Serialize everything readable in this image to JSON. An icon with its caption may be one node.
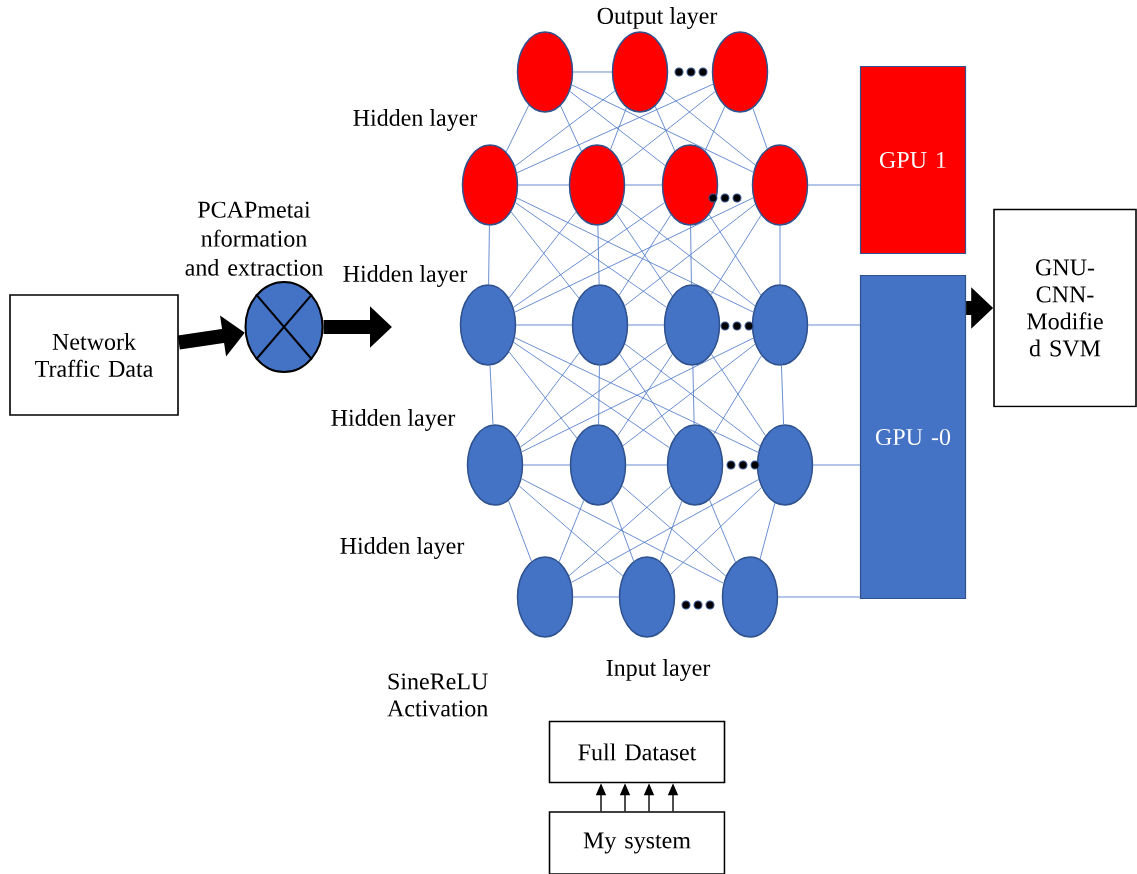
{
  "diagram": {
    "nodes": [
      {
        "text": [
          "Network Traffic Data"
        ]
      },
      {
        "text": [],
        "shape": "circle",
        "beside": [
          "PCAPmetai nformation and extraction"
        ]
      },
      {
        "text": [],
        "shape": "circle"
      },
      {
        "text": [],
        "shape": "circle"
      },
      {
        "text": [],
        "shape": "circle"
      },
      {
        "text": [],
        "shape": "circle"
      },
      {
        "text": [],
        "shape": "circle"
      },
      {
        "text": [],
        "shape": "circle"
      },
      {
        "text": [],
        "shape": "circle"
      },
      {
        "text": [],
        "shape": "circle"
      },
      {
        "text": [],
        "shape": "circle"
      },
      {
        "text": [],
        "shape": "circle"
      },
      {
        "text": [],
        "shape": "circle"
      },
      {
        "text": [],
        "shape": "circle"
      },
      {
        "text": [],
        "shape": "circle"
      },
      {
        "text": [],
        "shape": "circle"
      },
      {
        "text": [],
        "shape": "circle"
      },
      {
        "text": [],
        "shape": "circle"
      },
      {
        "text": [],
        "shape": "circle"
      },
      {
        "text": [],
        "shape": "circle"
      },
      {
        "text": [
          "GPU 1"
        ]
      },
      {
        "text": [
          "GPU -0"
        ]
      },
      {
        "text": [
          "GNU- CNN- Modifie d SVM"
        ]
      },
      {
        "text": [
          "Full Dataset"
        ]
      },
      {
        "text": [
          "My system"
        ]
      }
    ],
    "edges": [
      {
        "from": 0,
        "to": 1,
        "arrow": "to",
        "style": "thick",
        "color": "#000000"
      },
      {
        "from": 1,
        "to": null,
        "arrow": "to",
        "style": "thick",
        "color": "#000000"
      },
      {
        "from": 5,
        "to": 2,
        "arrow": "none"
      },
      {
        "from": 5,
        "to": 3,
        "arrow": "none"
      },
      {
        "from": 5,
        "to": 4,
        "arrow": "none"
      },
      {
        "from": 6,
        "to": 2,
        "arrow": "none"
      },
      {
        "from": 6,
        "to": 3,
        "arrow": "none"
      },
      {
        "from": 6,
        "to": 4,
        "arrow": "none"
      },
      {
        "from": 7,
        "to": 2,
        "arrow": "none"
      },
      {
        "from": 7,
        "to": 3,
        "arrow": "none"
      },
      {
        "from": 7,
        "to": 4,
        "arrow": "none"
      },
      {
        "from": 8,
        "to": 2,
        "arrow": "none"
      },
      {
        "from": 8,
        "to": 3,
        "arrow": "none"
      },
      {
        "from": 8,
        "to": 4,
        "arrow": "none"
      },
      {
        "from": 9,
        "to": 5,
        "arrow": "none"
      },
      {
        "from": 9,
        "to": 6,
        "arrow": "none"
      },
      {
        "from": 9,
        "to": 7,
        "arrow": "none"
      },
      {
        "from": 9,
        "to": 8,
        "arrow": "none"
      },
      {
        "from": 10,
        "to": 5,
        "arrow": "none"
      },
      {
        "from": 10,
        "to": 6,
        "arrow": "none"
      },
      {
        "from": 10,
        "to": 7,
        "arrow": "none"
      },
      {
        "from": 10,
        "to": 8,
        "arrow": "none"
      },
      {
        "from": 11,
        "to": 5,
        "arrow": "none"
      },
      {
        "from": 11,
        "to": 6,
        "arrow": "none"
      },
      {
        "from": 11,
        "to": 7,
        "arrow": "none"
      },
      {
        "from": 11,
        "to": 8,
        "arrow": "none"
      },
      {
        "from": 12,
        "to": 5,
        "arrow": "none"
      },
      {
        "from": 12,
        "to": 6,
        "arrow": "none"
      },
      {
        "from": 12,
        "to": 7,
        "arrow": "none"
      },
      {
        "from": 12,
        "to": 8,
        "arrow": "none"
      },
      {
        "from": 13,
        "to": 9,
        "arrow": "none"
      },
      {
        "from": 13,
        "to": 10,
        "arrow": "none"
      },
      {
        "from": 13,
        "to": 11,
        "arrow": "none"
      },
      {
        "from": 13,
        "to": 12,
        "arrow": "none"
      },
      {
        "from": 14,
        "to": 9,
        "arrow": "none"
      },
      {
        "from": 14,
        "to": 10,
        "arrow": "none"
      },
      {
        "from": 14,
        "to": 11,
        "arrow": "none"
      },
      {
        "from": 14,
        "to": 12,
        "arrow": "none"
      },
      {
        "from": 15,
        "to": 9,
        "arrow": "none"
      },
      {
        "from": 15,
        "to": 10,
        "arrow": "none"
      },
      {
        "from": 15,
        "to": 11,
        "arrow": "none"
      },
      {
        "from": 15,
        "to": 12,
        "arrow": "none"
      },
      {
        "from": 16,
        "to": 9,
        "arrow": "none"
      },
      {
        "from": 16,
        "to": 10,
        "arrow": "none"
      },
      {
        "from": 16,
        "to": 11,
        "arrow": "none"
      },
      {
        "from": 16,
        "to": 12,
        "arrow": "none"
      },
      {
        "from": 17,
        "to": 13,
        "arrow": "none"
      },
      {
        "from": 17,
        "to": 14,
        "arrow": "none"
      },
      {
        "from": 17,
        "to": 15,
        "arrow": "none"
      },
      {
        "from": 17,
        "to": 16,
        "arrow": "none"
      },
      {
        "from": 18,
        "to": 13,
        "arrow": "none"
      },
      {
        "from": 18,
        "to": 14,
        "arrow": "none"
      },
      {
        "from": 18,
        "to": 15,
        "arrow": "none"
      },
      {
        "from": 18,
        "to": 16,
        "arrow": "none"
      },
      {
        "from": 19,
        "to": 13,
        "arrow": "none"
      },
      {
        "from": 19,
        "to": 14,
        "arrow": "none"
      },
      {
        "from": 19,
        "to": 15,
        "arrow": "none"
      },
      {
        "from": 19,
        "to": 16,
        "arrow": "none"
      },
      {
        "from": 2,
        "to": 3,
        "arrow": "none"
      },
      {
        "from": 5,
        "to": 6,
        "arrow": "none"
      },
      {
        "from": 6,
        "to": 7,
        "arrow": "none"
      },
      {
        "from": 9,
        "to": 10,
        "arrow": "none"
      },
      {
        "from": 10,
        "to": 11,
        "arrow": "none"
      },
      {
        "from": 13,
        "to": 14,
        "arrow": "none"
      },
      {
        "from": 14,
        "to": 15,
        "arrow": "none"
      },
      {
        "from": 17,
        "to": 18,
        "arrow": "none"
      },
      {
        "from": 8,
        "to": 20,
        "arrow": "none"
      },
      {
        "from": 12,
        "to": 21,
        "arrow": "none"
      },
      {
        "from": 16,
        "to": 21,
        "arrow": "none"
      },
      {
        "from": 19,
        "to": 21,
        "arrow": "none"
      },
      {
        "from": 21,
        "to": 22,
        "arrow": "to",
        "style": "thick",
        "color": "#000000"
      },
      {
        "from": 24,
        "to": 23,
        "arrow": "to",
        "color": "#000000"
      },
      {
        "from": 24,
        "to": 23,
        "arrow": "to",
        "color": "#000000"
      },
      {
        "from": 24,
        "to": 23,
        "arrow": "to",
        "color": "#000000"
      },
      {
        "from": 24,
        "to": 23,
        "arrow": "to",
        "color": "#000000"
      }
    ],
    "labels": [
      "Output layer",
      "Hidden layer",
      "Hidden layer",
      "Hidden layer",
      "Hidden layer",
      "SineReLU Activation",
      "Input layer"
    ]
  }
}
